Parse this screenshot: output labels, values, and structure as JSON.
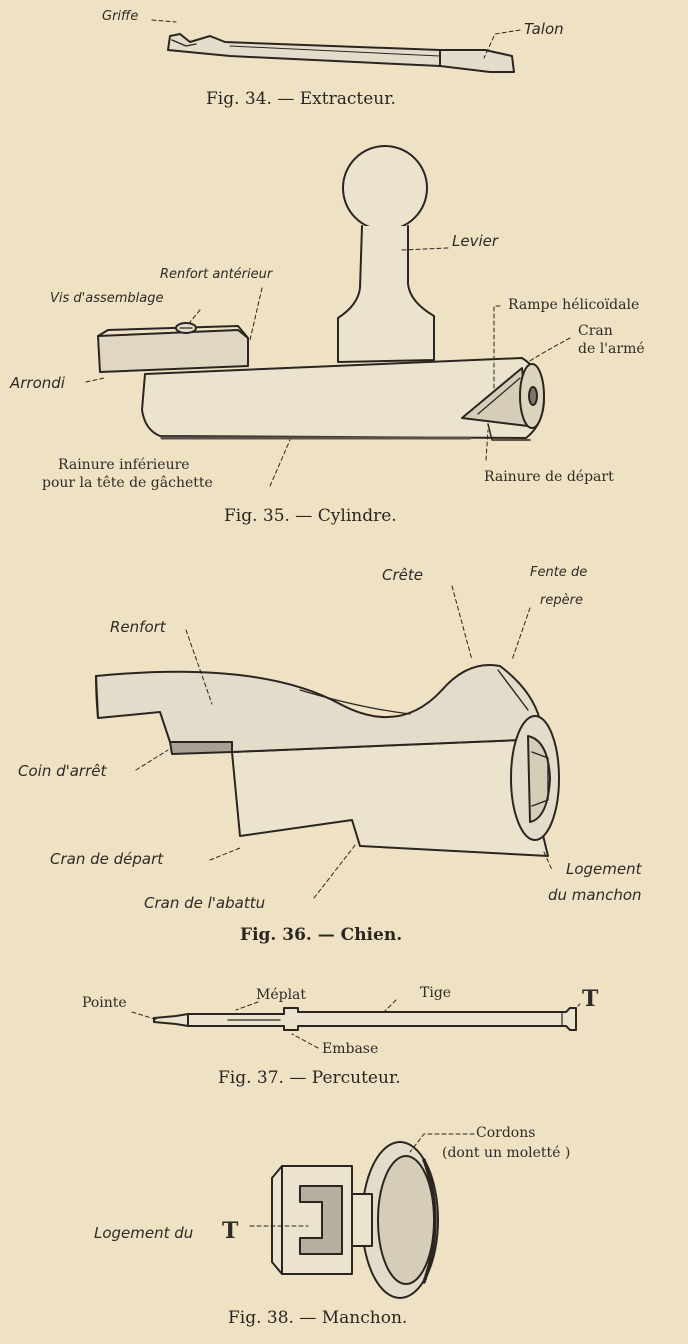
{
  "fig34": {
    "labels": {
      "griffe": "Griffe",
      "talon": "Talon"
    },
    "caption": "Fig. 34. — Extracteur."
  },
  "fig35": {
    "labels": {
      "levier": "Levier",
      "renfort_anterieur": "Renfort antérieur",
      "vis_assemblage": "Vis d'assemblage",
      "rampe": "Rampe hélicoïdale",
      "cran_arme_1": "Cran",
      "cran_arme_2": "de l'armé",
      "arrondi": "Arrondi",
      "rainure_inf_1": "Rainure inférieure",
      "rainure_inf_2": "pour la tête de gâchette",
      "rainure_depart": "Rainure de départ"
    },
    "caption": "Fig. 35. — Cylindre."
  },
  "fig36": {
    "labels": {
      "crete": "Crête",
      "fente_1": "Fente de",
      "fente_2": "repère",
      "renfort": "Renfort",
      "coin_arret": "Coin d'arrêt",
      "cran_depart": "Cran de départ",
      "cran_abattu": "Cran de l'abattu",
      "logement_1": "Logement",
      "logement_2": "du manchon"
    },
    "caption": "Fig. 36. — Chien."
  },
  "fig37": {
    "labels": {
      "pointe": "Pointe",
      "meplat": "Méplat",
      "tige": "Tige",
      "t": "T",
      "embase": "Embase"
    },
    "caption": "Fig. 37. — Percuteur."
  },
  "fig38": {
    "labels": {
      "cordons_1": "Cordons",
      "cordons_2": "(dont un moletté )",
      "logement_t": "Logement du",
      "t": "T"
    },
    "caption": "Fig. 38. — Manchon."
  },
  "colors": {
    "paper": "#efe2c4",
    "ink": "#2a2520",
    "shade": "#a8a092",
    "light": "#e4dccb"
  }
}
